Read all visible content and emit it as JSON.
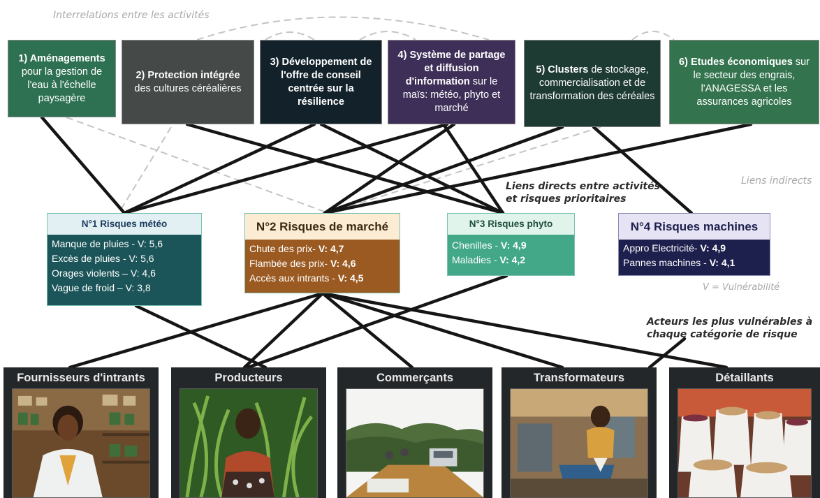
{
  "notes": {
    "interrelations": "Interrelations entre les activités",
    "liens_indirects": "Liens indirects",
    "liens_directs_line1": "Liens directs entre activités",
    "liens_directs_line2": "et risques prioritaires",
    "v_legend": "V = Vulnérabilité",
    "acteurs_line1": "Acteurs les plus vulnérables à",
    "acteurs_line2": "chaque catégorie de risque"
  },
  "activities": [
    {
      "bold": "1) Aménagements",
      "rest": " pour la gestion de l'eau à l'échelle paysagère",
      "color": "#2e7152"
    },
    {
      "bold": "2) Protection intégrée",
      "rest": " des cultures céréalières",
      "color": "#454948"
    },
    {
      "bold": "3) Développement de l'offre de conseil centrée sur la résilience",
      "rest": "",
      "color": "#13222a"
    },
    {
      "bold": "4) Système de partage et diffusion d'information",
      "rest": " sur le maïs: météo, phyto et marché",
      "color": "#3d2f57"
    },
    {
      "bold": "5) Clusters",
      "rest": " de stockage, commercialisation et de transformation des céréales",
      "color": "#1d3a33"
    },
    {
      "bold": "6) Etudes économiques",
      "rest": " sur le secteur des engrais, l'ANAGESSA et les assurances agricoles",
      "color": "#33734e"
    }
  ],
  "risks": [
    {
      "title": "N°1 Risques météo",
      "color": "#1c5559",
      "title_color": "#1c3a5e",
      "items": [
        {
          "label": "Manque de pluies - V: 5,6",
          "val": ""
        },
        {
          "label": "Excès de pluies - V: 5,6",
          "val": ""
        },
        {
          "label": "Orages violents – V: 4,6",
          "val": ""
        },
        {
          "label": "Vague de froid – V: 3,8",
          "val": ""
        }
      ]
    },
    {
      "title": "N°2 Risques de marché",
      "color": "#9a5a22",
      "title_color": "#3a2a12",
      "items": [
        {
          "label": "Chute des prix- ",
          "val": "V: 4,7"
        },
        {
          "label": "Flambée des prix- ",
          "val": "V: 4,6"
        },
        {
          "label": "Accès aux intrants - ",
          "val": "V: 4,5"
        }
      ]
    },
    {
      "title": "N°3 Risques phyto",
      "color": "#42a887",
      "title_color": "#1f4d3e",
      "items": [
        {
          "label": "Chenilles - ",
          "val": "V: 4,9"
        },
        {
          "label": "Maladies - ",
          "val": "V: 4,2"
        }
      ]
    },
    {
      "title": "N°4 Risques machines",
      "color": "#1d1f4d",
      "title_color": "#1d1f4d",
      "items": [
        {
          "label": "Appro Electricité- ",
          "val": "V: 4,9"
        },
        {
          "label": "Pannes machines - ",
          "val": "V: 4,1"
        }
      ]
    }
  ],
  "actors": [
    {
      "label": "Fournisseurs d'intrants",
      "photo": "shop-icon"
    },
    {
      "label": "Producteurs",
      "photo": "farmer-icon"
    },
    {
      "label": "Commerçants",
      "photo": "road-truck-icon"
    },
    {
      "label": "Transformateurs",
      "photo": "mill-icon"
    },
    {
      "label": "Détaillants",
      "photo": "grain-sacks-icon"
    }
  ]
}
